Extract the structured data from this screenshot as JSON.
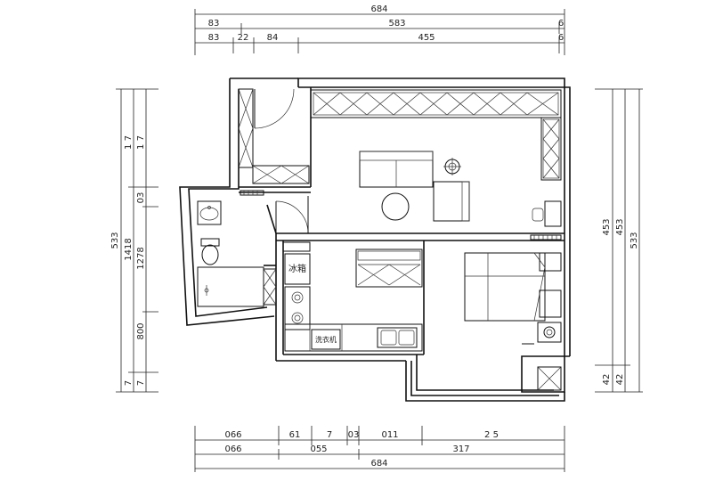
{
  "dimensions": {
    "top_total": "684",
    "top_row1": [
      "83",
      "583",
      "6"
    ],
    "top_row2": [
      "83",
      "22",
      "84",
      "455",
      "6"
    ],
    "left_total": "533",
    "left_row1": [
      "1 7",
      "1418",
      "7"
    ],
    "left_row2": [
      "1 7",
      "03",
      "1278",
      "800",
      "7"
    ],
    "right_row1": [
      "453",
      "42"
    ],
    "right_row2": [
      "453",
      "42"
    ],
    "right_total": "533",
    "bottom_row1": [
      "066",
      "61",
      "7",
      "03",
      "011",
      "2 5"
    ],
    "bottom_row2": [
      "066",
      "055",
      "317"
    ],
    "bottom_total": "684"
  },
  "labels": {
    "fridge": "冰箱",
    "washer": "洗衣机"
  }
}
